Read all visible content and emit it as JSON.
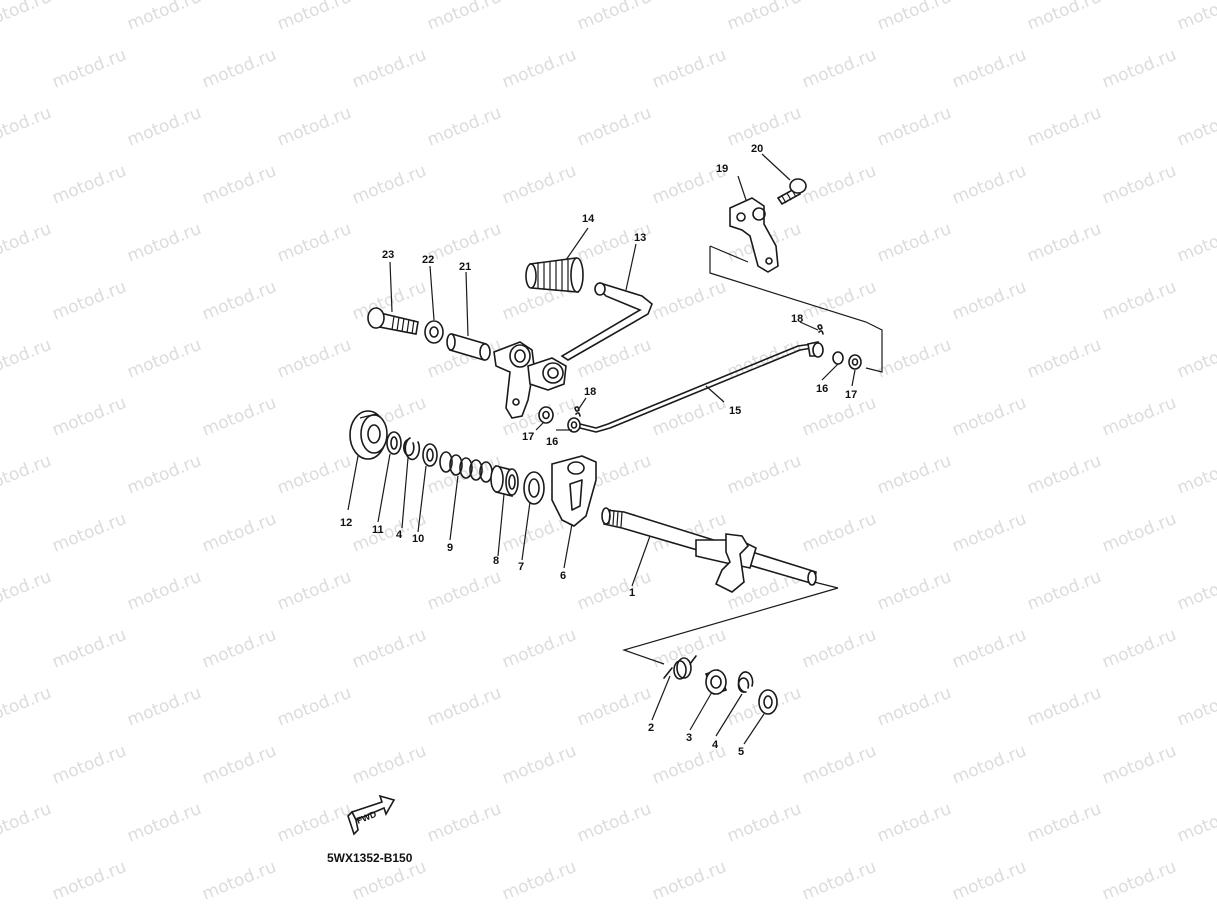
{
  "diagram_code": "5WX1352-B150",
  "watermark_text": "motod.ru",
  "fwd_label": "FWD",
  "callouts": {
    "c1": "1",
    "c2": "2",
    "c3": "3",
    "c4a": "4",
    "c4b": "4",
    "c5": "5",
    "c6": "6",
    "c7": "7",
    "c8": "8",
    "c9": "9",
    "c10": "10",
    "c11": "11",
    "c12": "12",
    "c13": "13",
    "c14": "14",
    "c15": "15",
    "c16a": "16",
    "c16b": "16",
    "c17a": "17",
    "c17b": "17",
    "c18a": "18",
    "c18b": "18",
    "c19": "19",
    "c20": "20",
    "c21": "21",
    "c22": "22",
    "c23": "23"
  }
}
